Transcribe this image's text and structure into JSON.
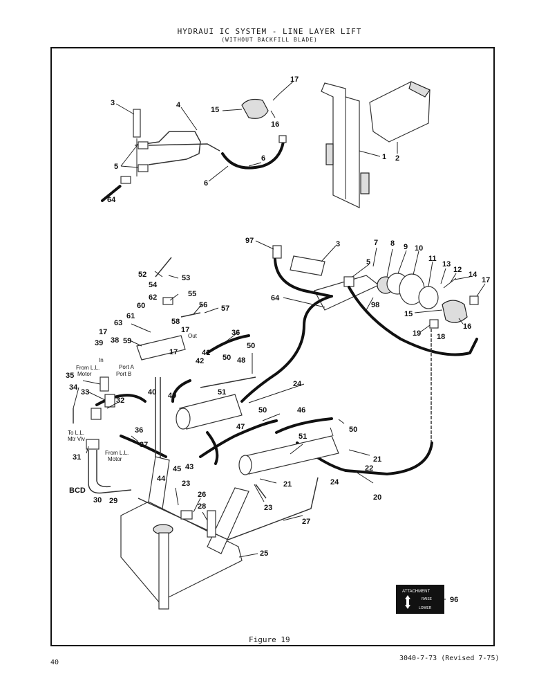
{
  "header": {
    "title": "HYDRAUI IC SYSTEM - LINE LAYER LIFT",
    "subtitle": "(WITHOUT BACKFILL BLADE)"
  },
  "figure": {
    "caption": "Figure 19"
  },
  "footer": {
    "page_number": "40",
    "document_number": "3040-7-73 (Revised 7-75)"
  },
  "decal": {
    "line1": "ATTACHMENT",
    "line2": "RAISE",
    "line3": "LOWER"
  },
  "annotations": {
    "in": "In",
    "out": "Out",
    "from_ll_motor_1a": "From L.L.",
    "from_ll_motor_1b": "Motor",
    "port_a": "Port A",
    "port_b": "Port B",
    "to_ll_1": "To L.L.",
    "to_ll_2": "Mtr Vlv",
    "from_ll_motor_2a": "From L.L.",
    "from_ll_motor_2b": "Motor",
    "bcd": "BCD"
  },
  "callouts": {
    "n1": "1",
    "n2": "2",
    "n3a": "3",
    "n3b": "3",
    "n4": "4",
    "n5a": "5",
    "n5b": "5",
    "n6a": "6",
    "n6b": "6",
    "n7": "7",
    "n8": "8",
    "n9": "9",
    "n10": "10",
    "n11": "11",
    "n12": "12",
    "n13": "13",
    "n14": "14",
    "n15a": "15",
    "n15b": "15",
    "n16a": "16",
    "n16b": "16",
    "n17a": "17",
    "n17b": "17",
    "n17c": "17",
    "n17d": "17",
    "n17e": "17",
    "n18": "18",
    "n19": "19",
    "n20": "20",
    "n21a": "21",
    "n21b": "21",
    "n22": "22",
    "n23a": "23",
    "n23b": "23",
    "n24a": "24",
    "n24b": "24",
    "n25": "25",
    "n26": "26",
    "n27": "27",
    "n28": "28",
    "n29": "29",
    "n30": "30",
    "n31": "31",
    "n32": "32",
    "n33": "33",
    "n34": "34",
    "n35": "35",
    "n36a": "36",
    "n36b": "36",
    "n37": "37",
    "n38": "38",
    "n39": "39",
    "n40": "40",
    "n41": "41",
    "n42": "42",
    "n43": "43",
    "n44": "44",
    "n45": "45",
    "n46": "46",
    "n47": "47",
    "n48": "48",
    "n49": "49",
    "n50a": "50",
    "n50b": "50",
    "n50c": "50",
    "n50d": "50",
    "n51a": "51",
    "n51b": "51",
    "n52": "52",
    "n53": "53",
    "n54": "54",
    "n55": "55",
    "n56": "56",
    "n57": "57",
    "n58": "58",
    "n59": "59",
    "n60": "60",
    "n61": "61",
    "n62": "62",
    "n63": "63",
    "n64a": "64",
    "n64b": "64",
    "n96": "96",
    "n97": "97",
    "n98": "98"
  }
}
